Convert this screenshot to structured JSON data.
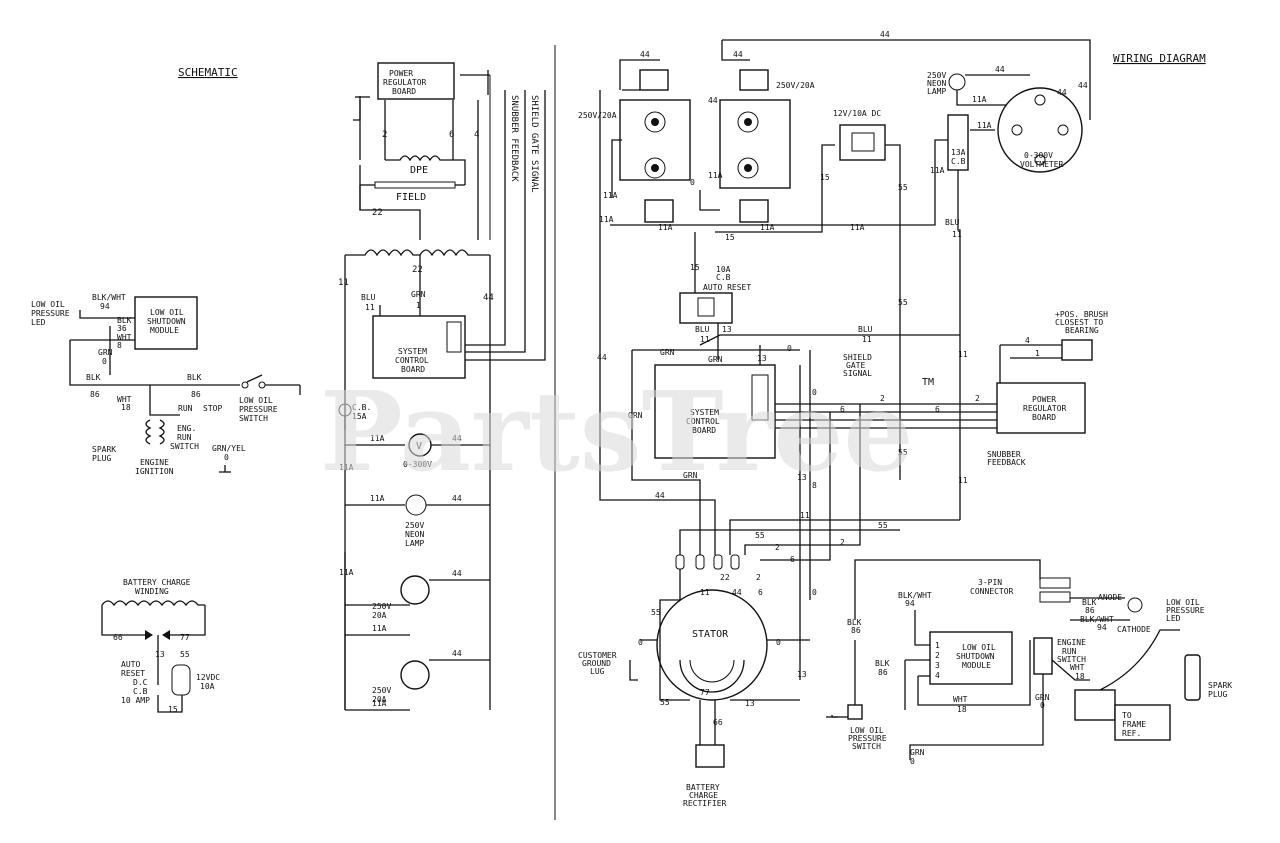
{
  "titles": {
    "schematic": "SCHEMATIC",
    "wiring": "WIRING DIAGRAM"
  },
  "watermark": {
    "text": "PartsTree",
    "tm": "TM"
  },
  "schematic": {
    "power_regulator_board": "POWER REGULATOR BOARD",
    "dpe": "DPE",
    "field": "FIELD",
    "shield_feedback": "SNUBBER FEEDBACK",
    "shield_gate": "SHIELD GATE SIGNAL",
    "system_control_board": "SYSTEM CONTROL BOARD",
    "wire_2": "2",
    "wire_6": "6",
    "wire_4": "4",
    "wire_22": "22",
    "wire_22b": "22",
    "wire_11": "11",
    "wire_44": "44",
    "blu": "BLU",
    "grn": "GRN",
    "w11": "11",
    "w1": "1",
    "cb15a": "C.B. 15A",
    "voltmeter": "V",
    "voltmeter_range": "0-300V",
    "neon_lamp": "250V NEON LAMP",
    "rec1": "250V 20A",
    "rec2": "250V 20A",
    "w11a": "11A",
    "w44": "44",
    "low_oil_led": "LOW OIL PRESSURE LED",
    "blk_wht": "BLK/WHT",
    "w94": "94",
    "shutdown_module": "LOW OIL SHUTDOWN MODULE",
    "blk": "BLK",
    "w36": "36",
    "wht": "WHT",
    "w8": "8",
    "grn0": "GRN",
    "w0": "0",
    "blk86": "BLK",
    "w86": "86",
    "blk86b": "BLK",
    "w86b": "86",
    "low_oil_switch": "LOW OIL PRESSURE SWITCH",
    "wht18": "WHT",
    "w18": "18",
    "run": "RUN",
    "stop": "STOP",
    "eng_run_switch": "ENG. RUN SWITCH",
    "spark_plug": "SPARK PLUG",
    "engine_ignition": "ENGINE IGNITION",
    "grn_yel": "GRN/YEL",
    "w0b": "0",
    "battery_charge": "BATTERY CHARGE WINDING",
    "w66": "66",
    "w77": "77",
    "w13": "13",
    "w55": "55",
    "w15": "15",
    "auto_reset": "AUTO RESET C.B 10 AMP",
    "dc12": "12VDC 10A"
  },
  "wiring": {
    "rec250a": "250V/20A",
    "rec250b": "250V/20A",
    "dc_rec": "12V/10A DC",
    "neon": "250V NEON LAMP",
    "voltmeter": "0-300V VOLTMETER",
    "cb13a": "13A C.B.",
    "cb10a": "10A C.B AUTO RESET",
    "scb": "SYSTEM CONTROL BOARD",
    "prb": "POWER REGULATOR BOARD",
    "shield_gate": "SHIELD GATE SIGNAL",
    "snubber": "SNUBBER FEEDBACK",
    "pos_brush": "+POS. BRUSH CLOSEST TO BEARING",
    "stator": "STATOR",
    "customer_ground": "CUSTOMER GROUND LUG",
    "battery_rectifier": "BATTERY CHARGE RECTIFIER",
    "three_pin": "3-PIN CONNECTOR",
    "anode": "ANODE",
    "cathode": "CATHODE",
    "low_oil_led": "LOW OIL PRESSURE LED",
    "low_oil_module": "LOW OIL SHUTDOWN MODULE",
    "engine_run": "ENGINE RUN SWITCH",
    "spark_plug": "SPARK PLUG",
    "to_frame": "TO FRAME REF.",
    "low_oil_switch": "LOW OIL PRESSURE SWITCH",
    "blk_wht94": "BLK/WHT 94",
    "blk86": "BLK 86",
    "blk86b": "BLK 86",
    "blk_wht94b": "BLK/WHT 94",
    "wht18": "WHT 18",
    "wht18b": "WHT 18",
    "grn0": "GRN 0",
    "grn0b": "GRN 0",
    "blu11": "BLU 11",
    "blu11b": "BLU",
    "grn": "GRN",
    "grn2": "GRN",
    "grn3": "GRN",
    "grn4": "GRN",
    "l44": "44",
    "l11a": "11A",
    "l15": "15",
    "l55": "55",
    "l13": "13",
    "l0": "0",
    "l2": "2",
    "l6": "6",
    "l11": "11",
    "l4": "4",
    "l1": "1",
    "l22": "22",
    "l66": "66",
    "l77": "77"
  }
}
